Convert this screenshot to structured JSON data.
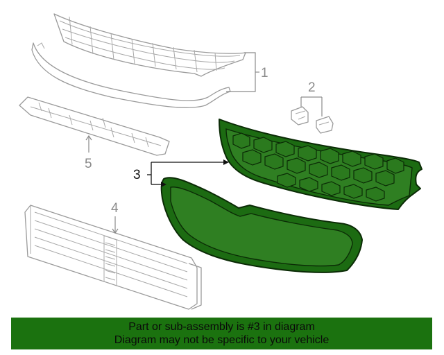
{
  "diagram": {
    "callouts": {
      "c1": "1",
      "c2": "2",
      "c3": "3",
      "c4": "4",
      "c5": "5"
    }
  },
  "banner": {
    "line1": "Part or sub-assembly is #3 in diagram",
    "line2": "Diagram may not be specific to your vehicle"
  },
  "colors": {
    "highlight": "#1b720f",
    "outline": "#9a9a9a"
  }
}
